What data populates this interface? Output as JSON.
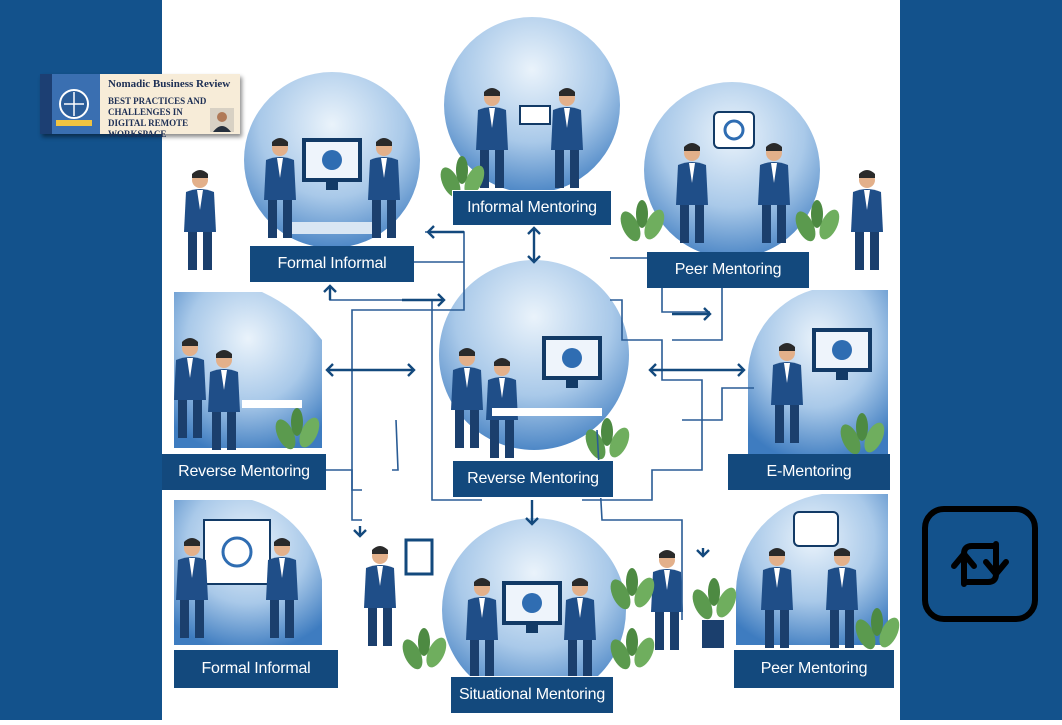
{
  "badge": {
    "title": "Nomadic Business Review",
    "subtitle": "BEST PRACTICES AND CHALLENGES IN DIGITAL REMOTE WORKSPACE",
    "icon": "book-cover-thumbnail"
  },
  "diagram": {
    "nodes": [
      {
        "id": "top",
        "label": "Informal Mentoring"
      },
      {
        "id": "top-left",
        "label": "Formal Informal"
      },
      {
        "id": "top-right",
        "label": "Peer Mentoring"
      },
      {
        "id": "mid-left",
        "label": "Reverse Mentoring"
      },
      {
        "id": "center",
        "label": "Reverse Mentoring"
      },
      {
        "id": "mid-right",
        "label": "E-Mentoring"
      },
      {
        "id": "bottom-left",
        "label": "Formal Informal"
      },
      {
        "id": "bottom",
        "label": "Situational  Mentoring"
      },
      {
        "id": "bottom-right",
        "label": "Peer Mentoring"
      }
    ],
    "colors": {
      "label_fill": "#13497d",
      "circle_light": "#cfe0f2",
      "circle_dark": "#2f6db2",
      "suit": "#1f4e88",
      "connector": "#2a5c95",
      "sidebar": "#13528c"
    }
  },
  "overlay": {
    "icon": "repost-icon"
  }
}
